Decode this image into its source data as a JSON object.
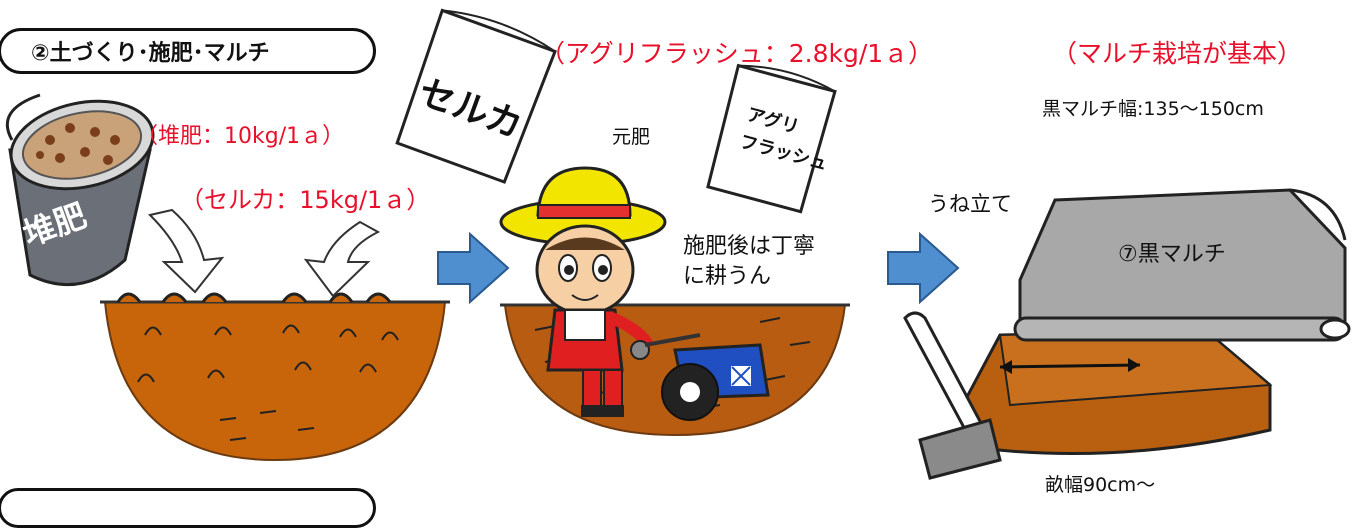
{
  "title": "②土づくり･施肥･マルチ",
  "labels": {
    "agri_rate": "（アグリフラッシュ：2.8kg/1ａ）",
    "mulch_basic": "（マルチ栽培が基本）",
    "compost_rate": "（堆肥：10kg/1ａ）",
    "seruka_rate": "（セルカ：15kg/1ａ）",
    "base_fertilizer": "元肥",
    "mulch_width": "黒マルチ幅:135～150cm",
    "ridging": "うね立て",
    "till_line1": "施肥後は丁寧",
    "till_line2": "に耕うん",
    "black_mulch": "⑦黒マルチ",
    "ridge_width": "畝幅90cm～"
  },
  "bags": {
    "seruka": "セルカ",
    "agri_line1": "アグリ",
    "agri_line2": "フラッシュ"
  },
  "bucket_label": "堆肥",
  "colors": {
    "red_text": "#e8102a",
    "soil": "#c8650a",
    "arrow_blue": "#4f8fd0",
    "mulch": "#a8a8a8",
    "hat": "#f2e600"
  }
}
